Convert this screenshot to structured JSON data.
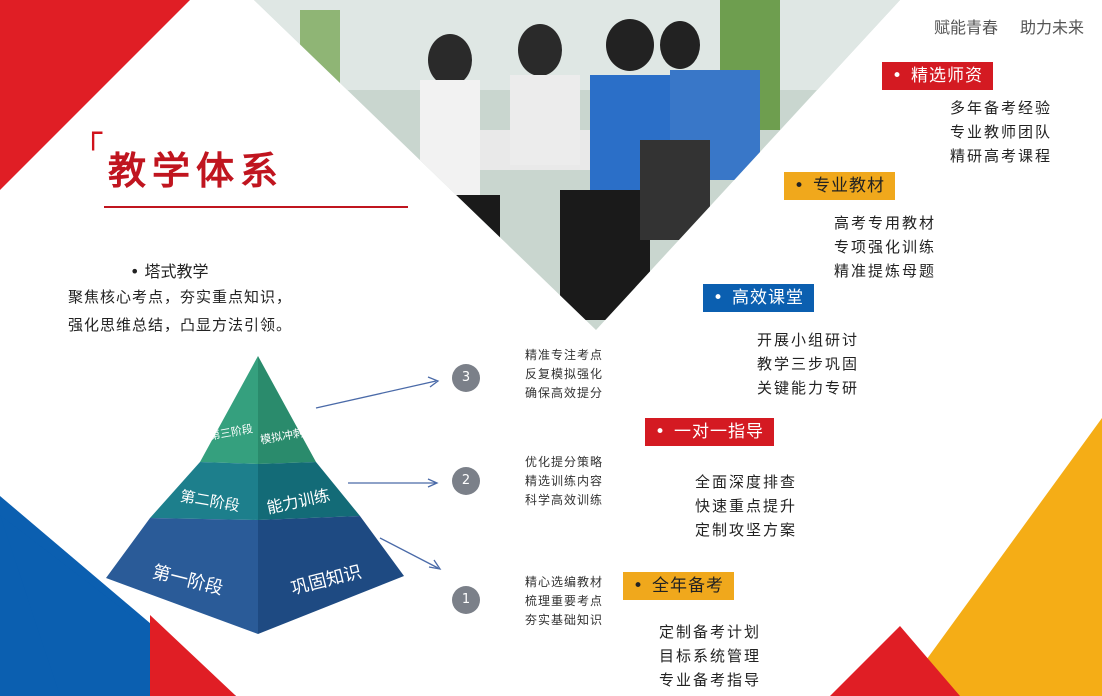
{
  "section_title": "教学体系",
  "slogan": [
    "赋能青春",
    "助力未来"
  ],
  "feature": {
    "bullet": "•",
    "name": "塔式教学",
    "lines": [
      "聚焦核心考点，夯实重点知识，",
      "强化思维总结，凸显方法引领。"
    ]
  },
  "pyramid": {
    "top": [
      "第三阶段",
      "模拟冲刺"
    ],
    "middle": [
      "第二阶段",
      "能力训练"
    ],
    "bottom": [
      "第一阶段",
      "巩固知识"
    ]
  },
  "steps": [
    {
      "num": "3",
      "lines": [
        "精准专注考点",
        "反复模拟强化",
        "确保高效提分"
      ]
    },
    {
      "num": "2",
      "lines": [
        "优化提分策略",
        "精选训练内容",
        "科学高效训练"
      ]
    },
    {
      "num": "1",
      "lines": [
        "精心选编教材",
        "梳理重要考点",
        "夯实基础知识"
      ]
    }
  ],
  "categories": [
    {
      "label": "精选师资",
      "color": "#d41a22",
      "items": [
        "多年备考经验",
        "专业教师团队",
        "精研高考课程"
      ]
    },
    {
      "label": "专业教材",
      "color": "#f0a81c",
      "items": [
        "高考专用教材",
        "专项强化训练",
        "精准提炼母题"
      ]
    },
    {
      "label": "高效课堂",
      "color": "#0b5fb0",
      "items": [
        "开展小组研讨",
        "教学三步巩固",
        "关键能力专研"
      ]
    },
    {
      "label": "一对一指导",
      "color": "#d41a22",
      "items": [
        "全面深度排查",
        "快速重点提升",
        "定制攻坚方案"
      ]
    },
    {
      "label": "全年备考",
      "color": "#f0a81c",
      "items": [
        "定制备考计划",
        "目标系统管理",
        "专业备考指导"
      ]
    }
  ]
}
